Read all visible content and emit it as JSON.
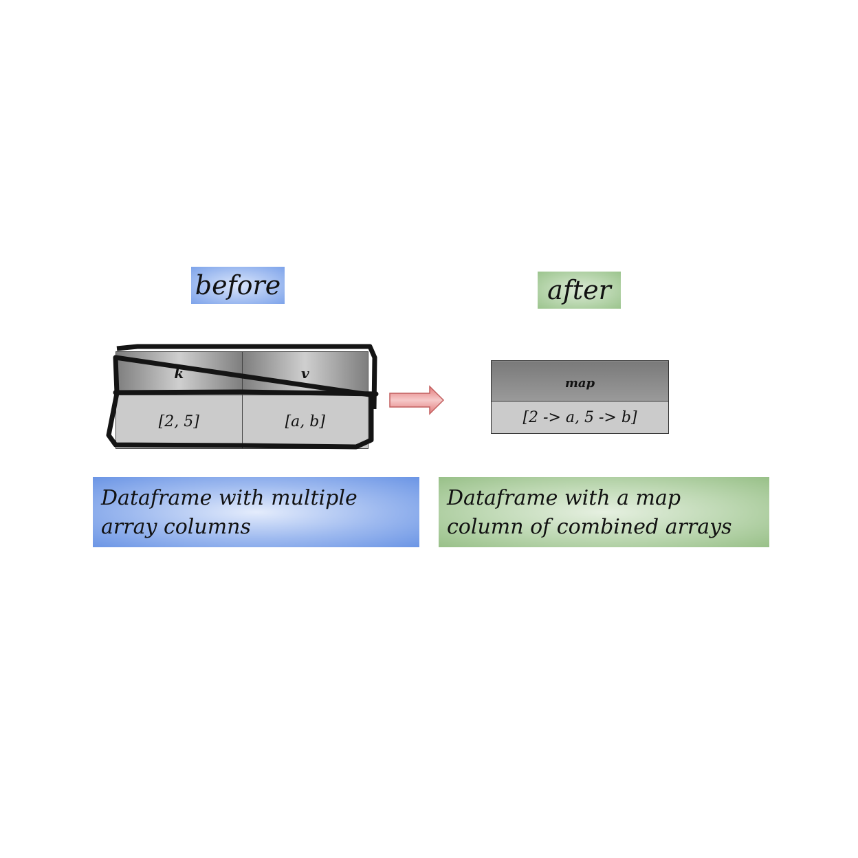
{
  "labels": {
    "before": "before",
    "after": "after"
  },
  "before_table": {
    "headers": [
      "k",
      "v"
    ],
    "row": [
      "[2, 5]",
      "[a, b]"
    ]
  },
  "after_table": {
    "header": "map",
    "row": "[2 -> a, 5 -> b]"
  },
  "captions": {
    "before": "Dataframe with multiple array columns",
    "after": "Dataframe with a map column of combined arrays"
  },
  "colors": {
    "before_accent": "#6b95e5",
    "after_accent": "#98c088",
    "arrow_fill": "#e58e8e",
    "header_gray": "#7e7e7e",
    "cell_gray": "#cbcbcb"
  },
  "icons": {
    "transform_arrow": "right-arrow-icon"
  }
}
